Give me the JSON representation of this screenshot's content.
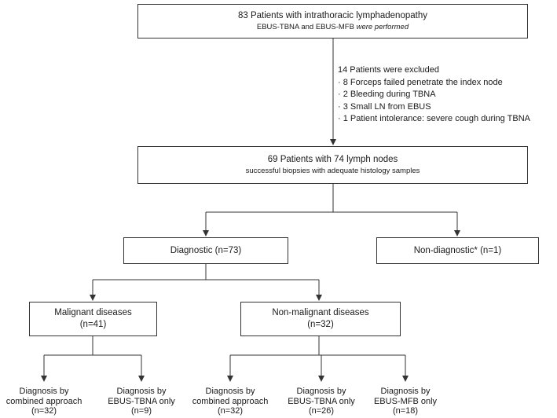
{
  "top_box": {
    "line1": "83 Patients with intrathoracic lymphadenopathy",
    "line2_plain": "EBUS-TBNA and EBUS-MFB ",
    "line2_italic": "were performed"
  },
  "excluded": {
    "title": "14 Patients were excluded",
    "items": [
      "· 8 Forceps failed penetrate the index node",
      "· 2 Bleeding during TBNA",
      "· 3 Small LN from EBUS",
      "· 1 Patient intolerance: severe cough during TBNA"
    ]
  },
  "middle_box": {
    "line1": "69 Patients with 74 lymph nodes",
    "line2": "successful biopsies with adequate histology samples"
  },
  "diagnostic": "Diagnostic (n=73)",
  "non_diagnostic": "Non-diagnostic* (n=1)",
  "malignant": {
    "line1": "Malignant diseases",
    "line2": "(n=41)"
  },
  "non_malignant": {
    "line1": "Non-malignant diseases",
    "line2": "(n=32)"
  },
  "leaves": [
    {
      "line1": "Diagnosis by",
      "line2": "combined approach",
      "line3": "(n=32)"
    },
    {
      "line1": "Diagnosis by",
      "line2": "EBUS-TBNA only",
      "line3": "(n=9)"
    },
    {
      "line1": "Diagnosis by",
      "line2": "combined approach",
      "line3": "(n=32)"
    },
    {
      "line1": "Diagnosis by",
      "line2": "EBUS-TBNA only",
      "line3": "(n=26)"
    },
    {
      "line1": "Diagnosis by",
      "line2": "EBUS-MFB only",
      "line3": "(n=18)"
    }
  ]
}
